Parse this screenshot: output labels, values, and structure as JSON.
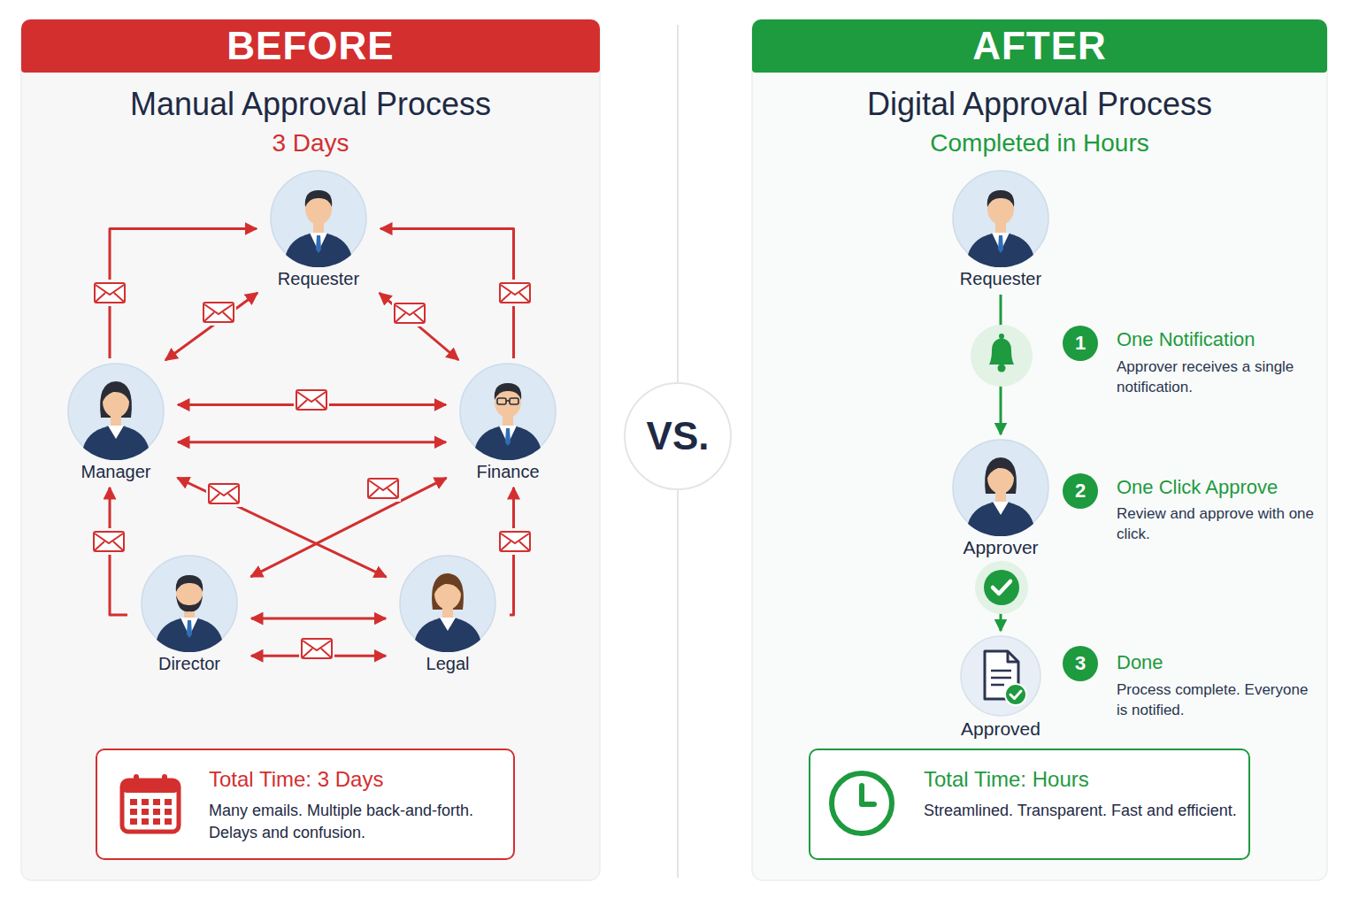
{
  "diagram": {
    "nodes": [
      {
        "text": [
          "Manual Approval Process",
          "3 Days"
        ]
      },
      {
        "text": [
          "BEFORE"
        ],
        "in": 0
      },
      {
        "text": [
          "Requester"
        ],
        "in": 0
      },
      {
        "text": [
          "Manager"
        ],
        "in": 0
      },
      {
        "text": [
          "Finance"
        ],
        "in": 0
      },
      {
        "text": [
          "Director"
        ],
        "in": 0
      },
      {
        "text": [
          "Legal"
        ],
        "in": 0
      },
      {
        "text": [
          "Total Time: 3 Days",
          "Many emails. Multiple back-and-forth. Delays and confusion."
        ],
        "in": 0
      },
      {
        "text": [
          "VS."
        ]
      },
      {
        "text": [
          "Digital Approval Process",
          "Completed in Hours"
        ]
      },
      {
        "text": [
          "AFTER"
        ],
        "in": 9
      },
      {
        "text": [
          "Requester"
        ],
        "in": 9
      },
      {
        "text": [
          "Approver"
        ],
        "in": 9
      },
      {
        "text": [
          "Approved"
        ],
        "in": 9
      },
      {
        "text": [
          "Total Time: Hours",
          "Streamlined. Transparent. Fast and efficient."
        ],
        "in": 9
      }
    ],
    "edges": [
      {
        "from": 3,
        "to": 2,
        "arrow": "to"
      },
      {
        "from": 2,
        "to": 3,
        "arrow": "both"
      },
      {
        "from": 4,
        "to": 2,
        "arrow": "to"
      },
      {
        "from": 2,
        "to": 4,
        "arrow": "both"
      },
      {
        "from": 3,
        "to": 4,
        "arrow": "both"
      },
      {
        "from": 3,
        "to": 4,
        "arrow": "both"
      },
      {
        "from": 3,
        "to": 6,
        "arrow": "both"
      },
      {
        "from": 4,
        "to": 5,
        "arrow": "both"
      },
      {
        "from": 5,
        "to": 3,
        "arrow": "to"
      },
      {
        "from": 6,
        "to": 4,
        "arrow": "to"
      },
      {
        "from": 5,
        "to": 6,
        "arrow": "both"
      },
      {
        "from": 5,
        "to": 6,
        "arrow": "both"
      },
      {
        "from": 11,
        "to": 12,
        "arrow": "to"
      },
      {
        "from": 12,
        "to": 13,
        "arrow": "to"
      }
    ],
    "labels": [
      "1",
      "One Notification",
      "Approver receives a single notification.",
      "2",
      "One Click Approve",
      "Review and approve with one click.",
      "3",
      "Done",
      "Process complete. Everyone is notified."
    ]
  }
}
